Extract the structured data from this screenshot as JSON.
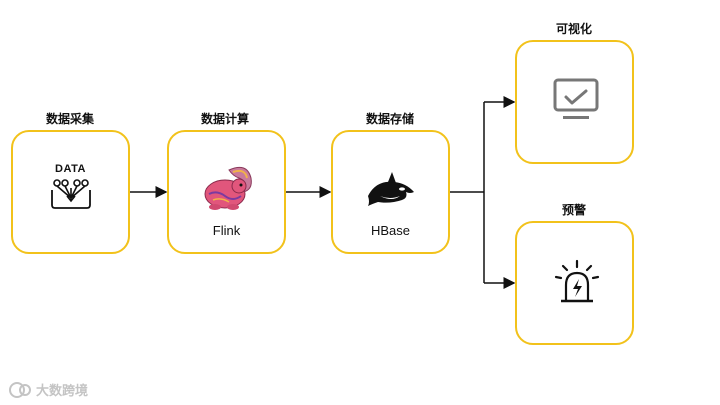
{
  "stages": {
    "collect": {
      "label": "数据采集",
      "text": "DATA"
    },
    "compute": {
      "label": "数据计算",
      "text": "Flink"
    },
    "storage": {
      "label": "数据存储",
      "text": "HBase"
    },
    "visualize": {
      "label": "可视化"
    },
    "alert": {
      "label": "预警"
    }
  },
  "watermark": {
    "text": "大数跨境"
  },
  "colors": {
    "box_border": "#f2c21b",
    "arrow": "#111111",
    "monitor_icon": "#777777",
    "flink_body": "#e1567c",
    "flink_tail": "#c97a9b"
  }
}
